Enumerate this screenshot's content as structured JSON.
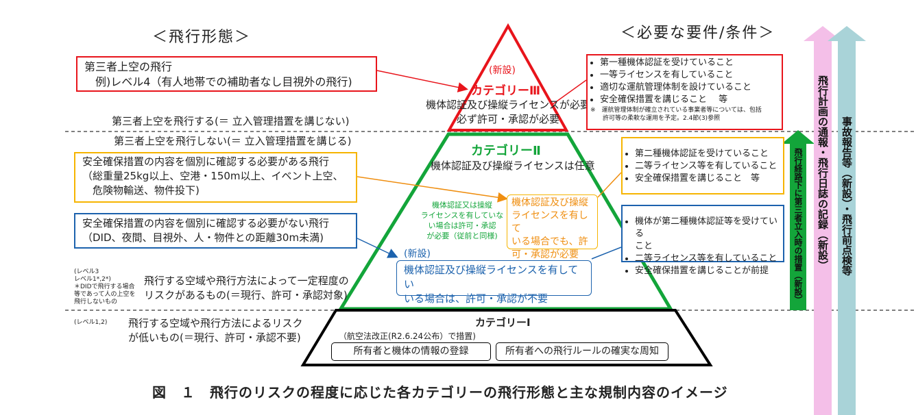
{
  "colors": {
    "red": "#e8141b",
    "green": "#13a53a",
    "yellow": "#f6b400",
    "blue": "#1c62ad",
    "black": "#000000",
    "orange": "#ef8e10",
    "pink": "#f4bfe8",
    "teal": "#a9d3d8"
  },
  "headers": {
    "left": "＜飛行形態＞",
    "right": "＜必要な要件/条件＞"
  },
  "left": {
    "level4_box": [
      "第三者上空の飛行",
      "　例)レベル4（有人地帯での補助者なし目視外の飛行)"
    ],
    "over_third": "第三者上空を飛行する(＝ 立入管理措置を講じない)",
    "not_over_third": "第三者上空を飛行しない(＝ 立入管理措置を講じる)",
    "need_confirm_box": [
      "安全確保措置の内容を個別に確認する必要がある飛行",
      "（総重量25kg以上、空港・150m以上、イベント上空、",
      "　危険物輸送、物件投下)"
    ],
    "no_need_confirm_box": [
      "安全確保措置の内容を個別に確認する必要がない飛行",
      "（DID、夜間、目視外、人・物件との距離30m未満)"
    ],
    "level3_note": [
      "(レベル3",
      "レベル1*,2*)",
      "＊DIDで飛行する場合",
      "等であって人の上空を",
      "飛行しないもの"
    ],
    "level3_desc": [
      "飛行する空域や飛行方法によって一定程度の",
      "リスクがあるもの(＝現行、許可・承認対象)"
    ],
    "level12_note": "(レベル1,2)",
    "level12_desc": [
      "飛行する空域や飛行方法によるリスク",
      "が低いもの(＝現行、許可・承認不要)"
    ]
  },
  "pyramid": {
    "cat3_new": "(新設)",
    "cat3": "カテゴリーⅢ",
    "cat3_desc": [
      "機体認証及び操縦ライセンスが必要",
      "必ず許可・承認が必要"
    ],
    "cat2": "カテゴリーⅡ",
    "cat2_desc": "機体認証及び操縦ライセンスは任意",
    "cat2_green": [
      "機体認証又は操縦",
      "ライセンスを有していな",
      "い場合は許可・承認",
      "が必要（従前と同様)"
    ],
    "cat2_orange": [
      "機体認証及び操縦",
      "ライセンスを有して",
      "いる場合でも、許",
      "可・承認が必要"
    ],
    "cat2_new": "(新設)",
    "cat2_blue": [
      "機体認証及び操縦ライセンスを有してい",
      "いる場合は、許可・承認が不要"
    ],
    "cat1": "カテゴリーⅠ",
    "cat1_note": "（航空法改正(R2.6.24公布）で措置)",
    "cat1_btn1": "所有者と機体の情報の登録",
    "cat1_btn2": "所有者への飛行ルールの確実な周知"
  },
  "right": {
    "red_items": [
      "第一種機体認証を受けていること",
      "一等ライセンスを有していること",
      "適切な運航管理体制を設けていること",
      "安全確保措置を講じること　 等"
    ],
    "red_note": [
      "※　運航管理体制が確立されている事業者等については、包括",
      "　　許可等の柔軟な運用を予定。2.4節(3)参照"
    ],
    "yellow_items": [
      "第二種機体認証を受けていること",
      "二等ライセンス等を有していること",
      "安全確保措置を講じること　等"
    ],
    "blue_items": [
      "機体が第二種機体認証等を受けている",
      "こと",
      "二等ライセンス等を有していること",
      "安全確保措置を講じることが前提"
    ]
  },
  "arrows": {
    "green": "飛行経路下に第三者立入時の措置（新設）",
    "pink": "飛行計画の通報・飛行日誌の記録（新設）",
    "teal": "事故報告等（新設）・飛行前点検等"
  },
  "caption": "図　１　飛行のリスクの程度に応じた各カテゴリーの飛行形態と主な規制内容のイメージ"
}
